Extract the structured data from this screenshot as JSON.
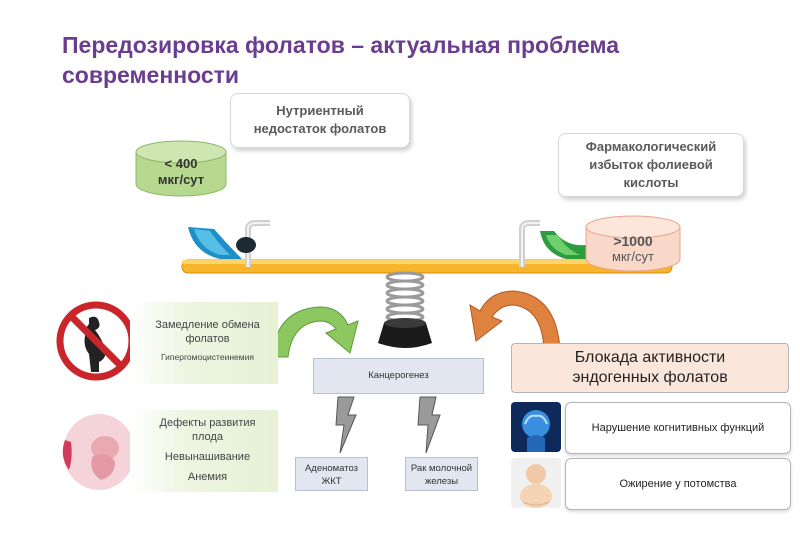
{
  "title": "Передозировка фолатов – актуальная проблема современности",
  "low_dose": {
    "line1": "< 400",
    "line2": "мкг/сут"
  },
  "low_bubble": {
    "line1": "Нутриентный",
    "line2": "недостаток фолатов"
  },
  "high_dose": {
    "line1": ">1000",
    "line2": "мкг/сут"
  },
  "high_bubble": {
    "line1": "Фармакологический",
    "line2": "избыток фолиевой",
    "line3": "кислоты"
  },
  "panel1": {
    "line1": "Замедление обмена",
    "line2": "фолатов",
    "line3": "Гипергомоцистеинемия"
  },
  "panel2": {
    "line1": "Дефекты развития",
    "line2": "плода",
    "line3": "Невынашивание",
    "line4": "Анемия"
  },
  "carcinogenesis": "Канцерогенез",
  "adenomatosis": {
    "line1": "Аденоматоз",
    "line2": "ЖКТ"
  },
  "breast_cancer": {
    "line1": "Рак молочной",
    "line2": "железы"
  },
  "blockade": {
    "line1": "Блокада активности",
    "line2": "эндогенных фолатов"
  },
  "cognitive": "Нарушение когнитивных функций",
  "obesity": "Ожирение у потомства",
  "colors": {
    "title": "#6b3d8f",
    "green_arrow": "#8cc760",
    "orange_arrow": "#d8733a",
    "seesaw": "#f4a823"
  }
}
